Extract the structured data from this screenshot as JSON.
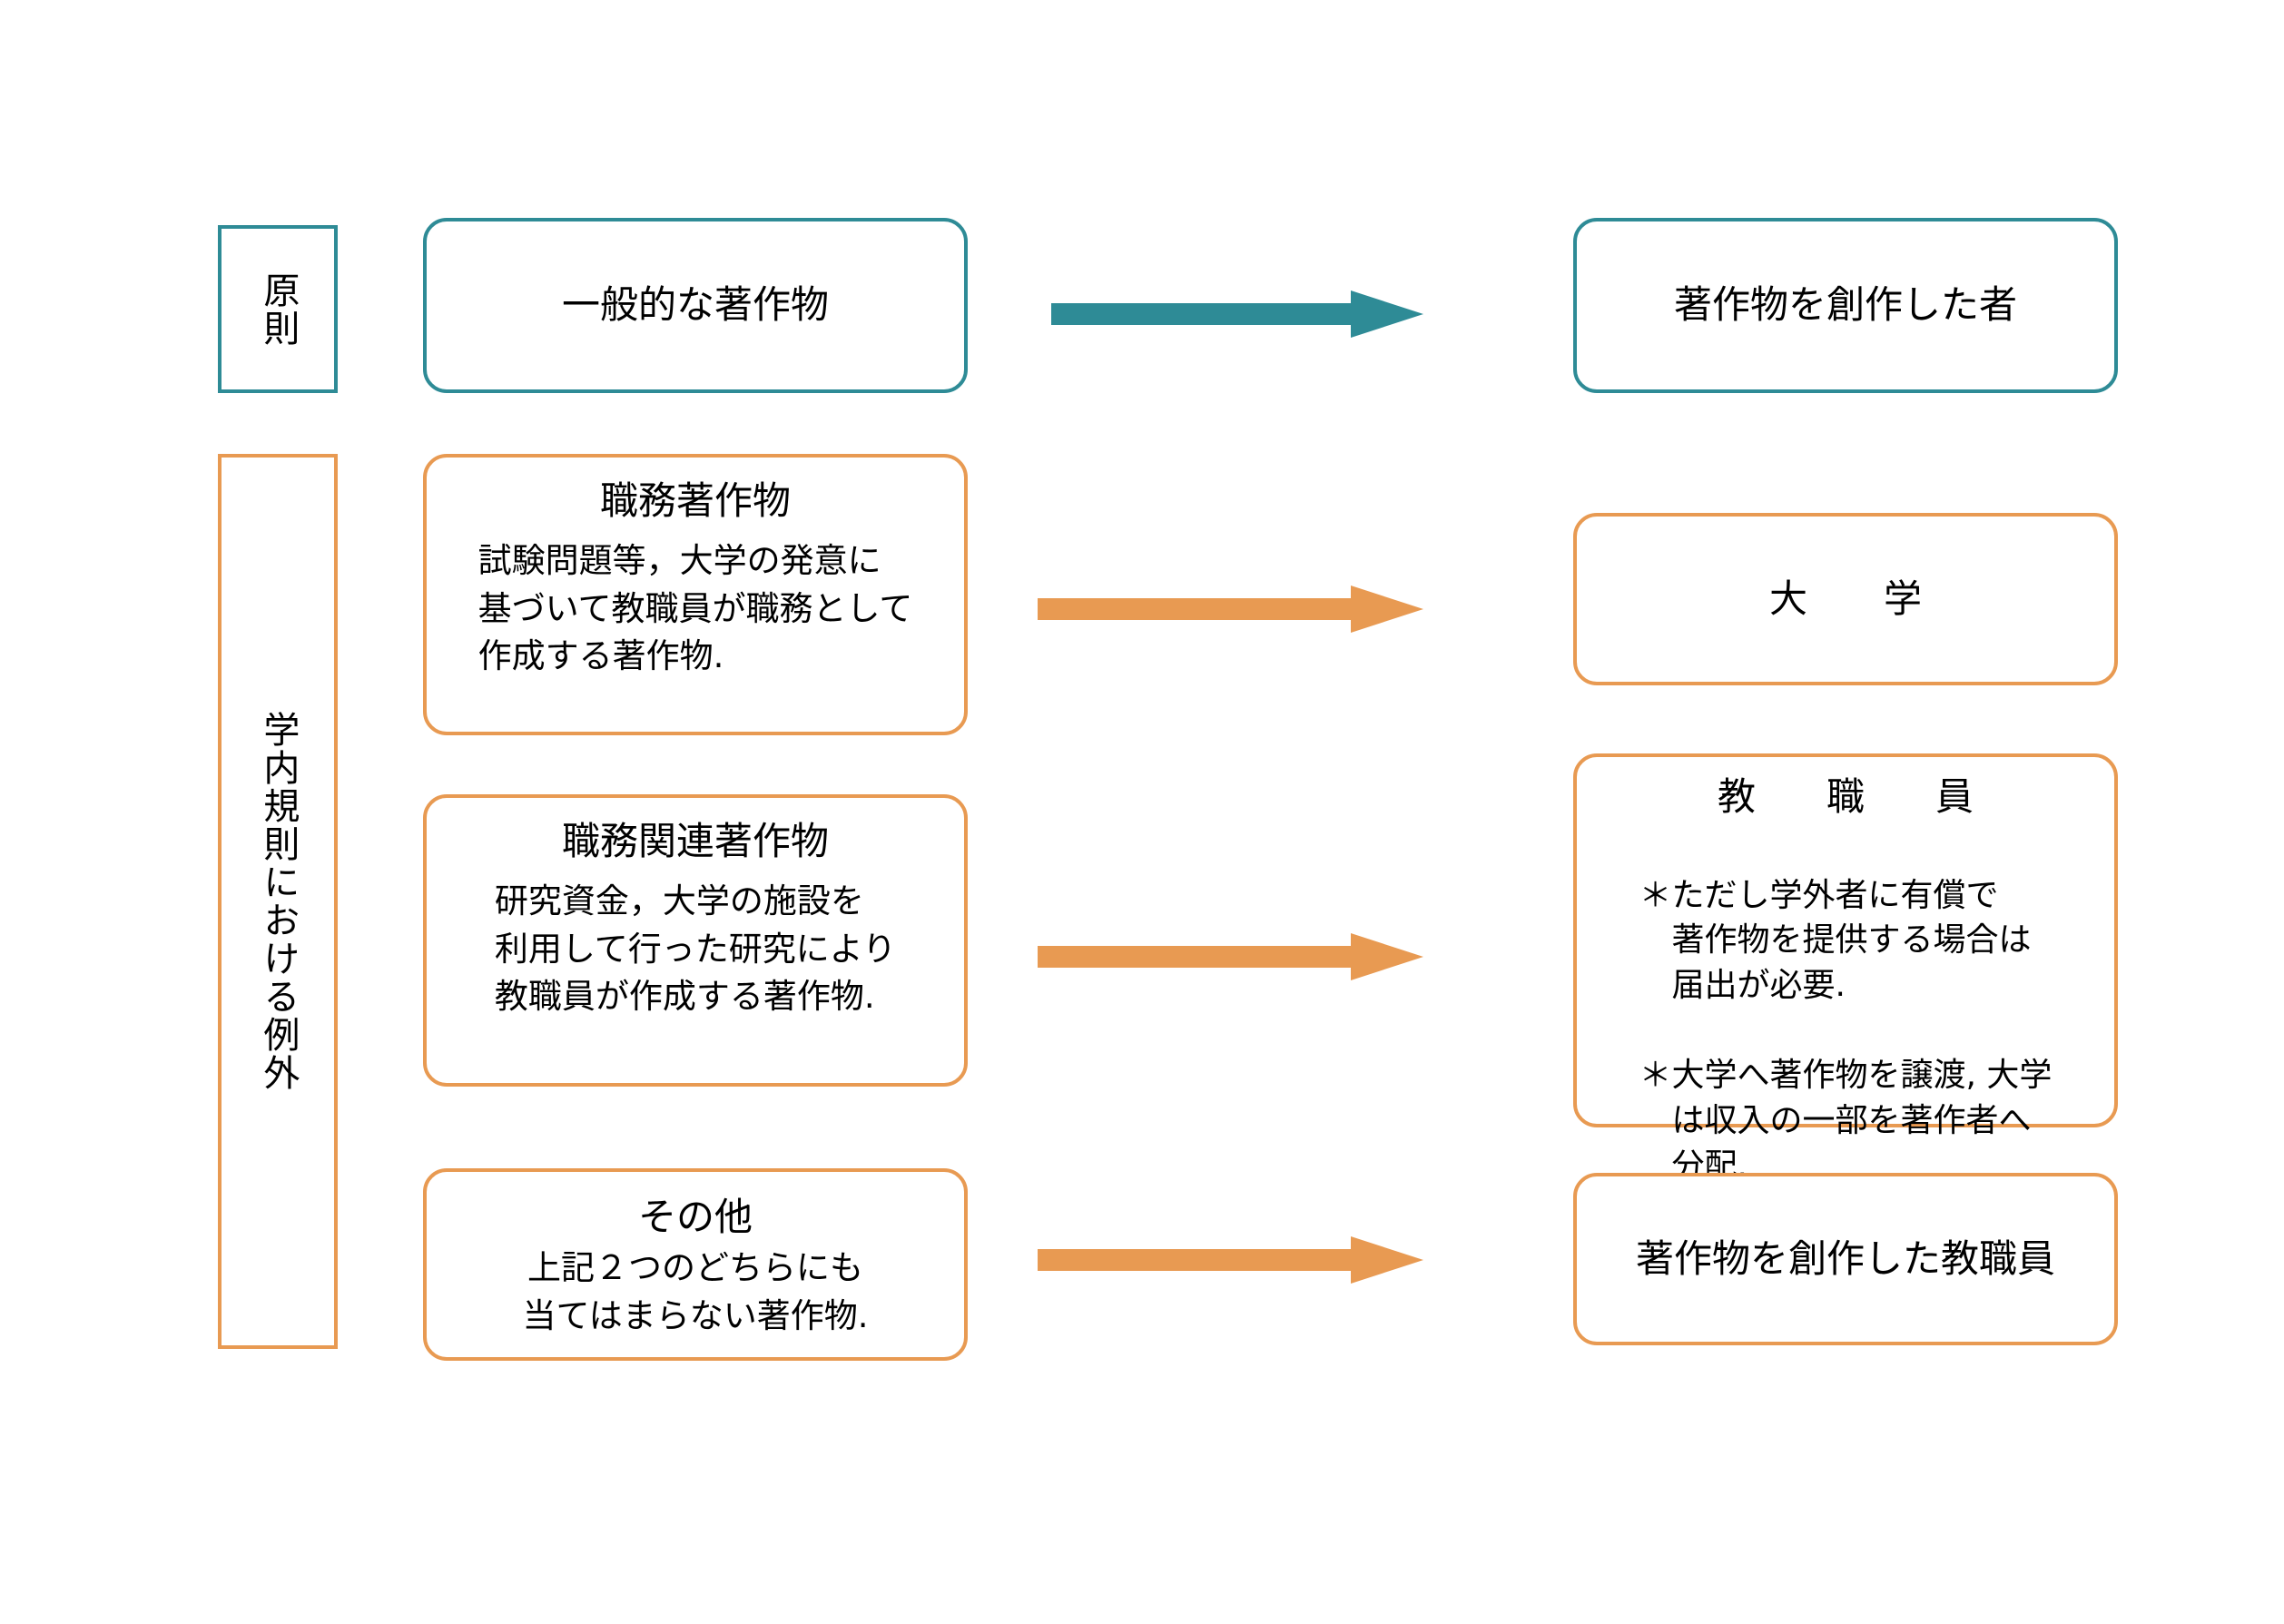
{
  "colors": {
    "teal": "#2E8B96",
    "orange": "#E89A52",
    "text": "#000000",
    "background": "#FFFFFF"
  },
  "rails": [
    {
      "id": "principle",
      "label": "原則",
      "color": "teal"
    },
    {
      "id": "internal-rules-exception",
      "label": "学内規則における例外",
      "color": "orange"
    }
  ],
  "rows": [
    {
      "id": "general-work",
      "color": "teal",
      "source": {
        "title": "一般的な著作物",
        "body": ""
      },
      "arrow": {
        "color": "teal",
        "direction": "right"
      },
      "target": {
        "title": "著作物を創作した者",
        "notes": []
      }
    },
    {
      "id": "work-made-for-hire",
      "color": "orange",
      "source": {
        "title": "職務著作物",
        "body": "試験問題等，大学の発意に\n基づいて教職員が職務として\n作成する著作物."
      },
      "arrow": {
        "color": "orange",
        "direction": "right"
      },
      "target": {
        "title": "大　　学",
        "notes": []
      }
    },
    {
      "id": "duty-related-work",
      "color": "orange",
      "source": {
        "title": "職務関連著作物",
        "body": "研究資金，大学の施設を\n利用して行った研究により\n教職員が作成する著作物."
      },
      "arrow": {
        "color": "orange",
        "direction": "right"
      },
      "target": {
        "title": "教　職　員",
        "notes": [
          "＊ただし学外者に有償で\n　著作物を提供する場合は\n　届出が必要.",
          "＊大学へ著作物を譲渡, 大学\n　は収入の一部を著作者へ\n　分配."
        ]
      }
    },
    {
      "id": "other-work",
      "color": "orange",
      "source": {
        "title": "その他",
        "body": "上記２つのどちらにも\n当てはまらない著作物."
      },
      "arrow": {
        "color": "orange",
        "direction": "right"
      },
      "target": {
        "title": "著作物を創作した教職員",
        "notes": []
      }
    }
  ]
}
